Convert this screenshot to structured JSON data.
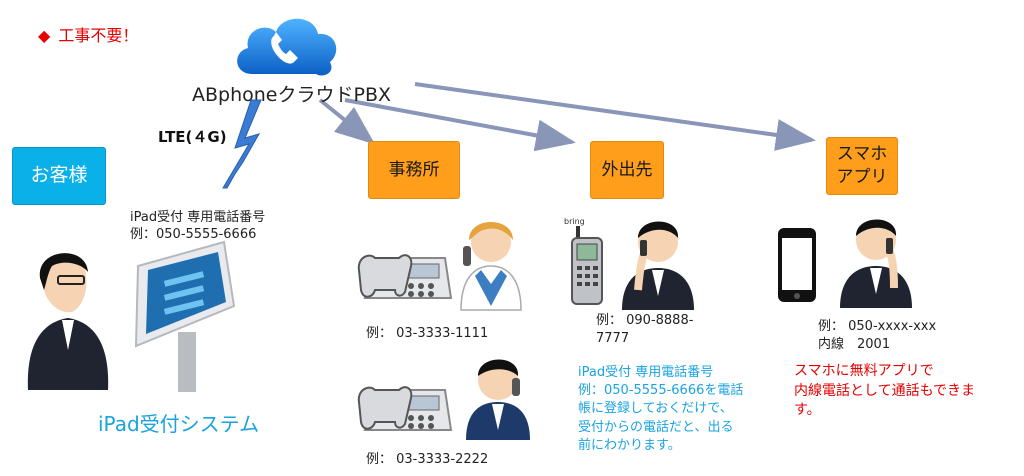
{
  "note": {
    "marker": "◆",
    "text": "工事不要！"
  },
  "cloud": {
    "label": "ABphoneクラウドPBX"
  },
  "lte": {
    "label": "LTE(４G)"
  },
  "customer": {
    "label": "お客様"
  },
  "ipad": {
    "line1": "iPad受付 専用電話番号",
    "line2": "例：050-5555-6666",
    "system_label": "iPad受付システム"
  },
  "office": {
    "label": "事務所",
    "phone1": "例： 03-3333-1111",
    "phone2": "例： 03-3333-2222"
  },
  "outside": {
    "label": "外出先",
    "phone": "例： 090-8888-\n7777",
    "note": "iPad受付 専用電話番号\n例：050-5555-6666を電話\n帳に登録しておくだけで、\n受付からの電話だと、出る\n前にわかります。"
  },
  "smartphone": {
    "label": "スマホ\nアプリ",
    "phone": "例： 050-xxxx-xxx\n内線　2001",
    "note": "スマホに無料アプリで\n内線電話として通話もできま\nす。"
  },
  "colors": {
    "orange": "#ff9e1a",
    "cyan": "#0ab0e8",
    "red": "#e60000",
    "blue_text": "#1aa3e0",
    "cloud": "#1e88e5"
  },
  "icons": [
    "cloud-phone-icon",
    "lightning-bolt-icon",
    "desk-phone-icon",
    "mobile-phone-icon",
    "smartphone-icon",
    "person-icon",
    "ipad-kiosk-icon"
  ]
}
